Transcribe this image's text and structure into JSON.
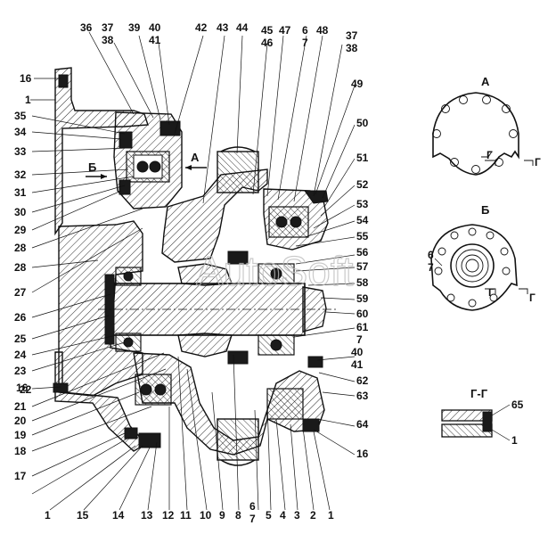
{
  "diagram": {
    "callouts": [
      {
        "id": "c36",
        "text": "36"
      },
      {
        "id": "c37a",
        "text": "37"
      },
      {
        "id": "c38a",
        "text": "38"
      },
      {
        "id": "c39",
        "text": "39"
      },
      {
        "id": "c40a",
        "text": "40"
      },
      {
        "id": "c41a",
        "text": "41"
      },
      {
        "id": "c42",
        "text": "42"
      },
      {
        "id": "c43",
        "text": "43"
      },
      {
        "id": "c44",
        "text": "44"
      },
      {
        "id": "c45",
        "text": "45"
      },
      {
        "id": "c46",
        "text": "46"
      },
      {
        "id": "c47",
        "text": "47"
      },
      {
        "id": "c6a",
        "text": "6"
      },
      {
        "id": "c7a",
        "text": "7"
      },
      {
        "id": "c48",
        "text": "48"
      },
      {
        "id": "c37b",
        "text": "37"
      },
      {
        "id": "c38b",
        "text": "38"
      },
      {
        "id": "c49",
        "text": "49"
      },
      {
        "id": "c50",
        "text": "50"
      },
      {
        "id": "c51",
        "text": "51"
      },
      {
        "id": "c52",
        "text": "52"
      },
      {
        "id": "c53",
        "text": "53"
      },
      {
        "id": "c54",
        "text": "54"
      },
      {
        "id": "c55",
        "text": "55"
      },
      {
        "id": "c56",
        "text": "56"
      },
      {
        "id": "c57",
        "text": "57"
      },
      {
        "id": "c58",
        "text": "58"
      },
      {
        "id": "c59",
        "text": "59"
      },
      {
        "id": "c60",
        "text": "60"
      },
      {
        "id": "c61",
        "text": "61"
      },
      {
        "id": "c7b",
        "text": "7"
      },
      {
        "id": "c40b",
        "text": "40"
      },
      {
        "id": "c41b",
        "text": "41"
      },
      {
        "id": "c62",
        "text": "62"
      },
      {
        "id": "c63",
        "text": "63"
      },
      {
        "id": "c64",
        "text": "64"
      },
      {
        "id": "c16a",
        "text": "16"
      },
      {
        "id": "c16b",
        "text": "16"
      },
      {
        "id": "c16c",
        "text": "16"
      },
      {
        "id": "c1a",
        "text": "1"
      },
      {
        "id": "c35",
        "text": "35"
      },
      {
        "id": "c34",
        "text": "34"
      },
      {
        "id": "c33",
        "text": "33"
      },
      {
        "id": "c32",
        "text": "32"
      },
      {
        "id": "c31",
        "text": "31"
      },
      {
        "id": "c30",
        "text": "30"
      },
      {
        "id": "c29",
        "text": "29"
      },
      {
        "id": "c28a",
        "text": "28"
      },
      {
        "id": "c28b",
        "text": "28"
      },
      {
        "id": "c27",
        "text": "27"
      },
      {
        "id": "c26",
        "text": "26"
      },
      {
        "id": "c25",
        "text": "25"
      },
      {
        "id": "c24",
        "text": "24"
      },
      {
        "id": "c23",
        "text": "23"
      },
      {
        "id": "c22",
        "text": "22"
      },
      {
        "id": "c21",
        "text": "21"
      },
      {
        "id": "c20",
        "text": "20"
      },
      {
        "id": "c19",
        "text": "19"
      },
      {
        "id": "c18",
        "text": "18"
      },
      {
        "id": "c17",
        "text": "17"
      },
      {
        "id": "c1b",
        "text": "1"
      },
      {
        "id": "c15",
        "text": "15"
      },
      {
        "id": "c14",
        "text": "14"
      },
      {
        "id": "c13",
        "text": "13"
      },
      {
        "id": "c12",
        "text": "12"
      },
      {
        "id": "c11",
        "text": "11"
      },
      {
        "id": "c10",
        "text": "10"
      },
      {
        "id": "c9",
        "text": "9"
      },
      {
        "id": "c8",
        "text": "8"
      },
      {
        "id": "c6b",
        "text": "6"
      },
      {
        "id": "c7c",
        "text": "7"
      },
      {
        "id": "c5",
        "text": "5"
      },
      {
        "id": "c4",
        "text": "4"
      },
      {
        "id": "c3",
        "text": "3"
      },
      {
        "id": "c2",
        "text": "2"
      },
      {
        "id": "c1c",
        "text": "1"
      },
      {
        "id": "c6c",
        "text": "6"
      },
      {
        "id": "c7d",
        "text": "7"
      },
      {
        "id": "c65",
        "text": "65"
      },
      {
        "id": "c1d",
        "text": "1"
      }
    ],
    "view_labels": {
      "view_a_title": "А",
      "view_b_title": "Б",
      "section_gg_title": "Г-Г",
      "arrow_a": "А",
      "arrow_b": "Б",
      "cut_g_a1": "Г",
      "cut_g_a2": "Г",
      "cut_g_b1": "Г",
      "cut_g_b2": "Г"
    },
    "watermark": "AutoSoft"
  }
}
